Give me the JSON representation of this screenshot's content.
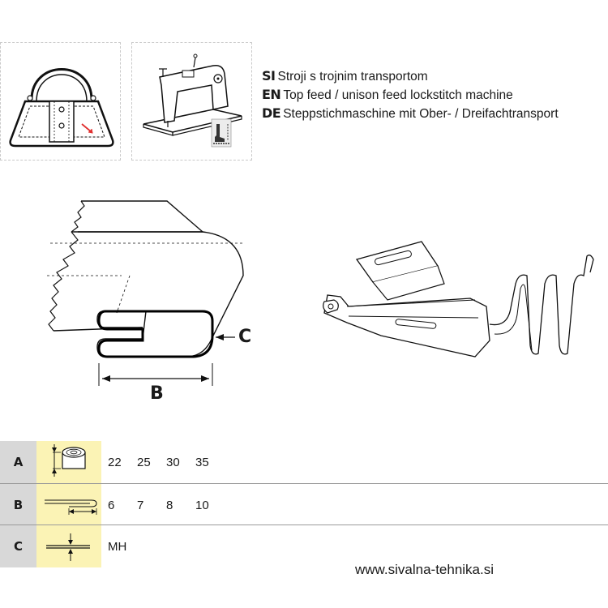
{
  "languages": [
    {
      "code": "SI",
      "text": "Stroji s trojnim transportom"
    },
    {
      "code": "EN",
      "text": "Top feed / unison feed lockstitch machine"
    },
    {
      "code": "DE",
      "text": "Steppstichmaschine mit Ober- / Dreifachtransport"
    }
  ],
  "diagram": {
    "label_b": "B",
    "label_c": "C"
  },
  "table": {
    "rows": [
      {
        "letter": "A",
        "icon": "tape-roll-width-icon",
        "values": [
          "22",
          "25",
          "30",
          "35"
        ]
      },
      {
        "letter": "B",
        "icon": "folded-edge-width-icon",
        "values": [
          "6",
          "7",
          "8",
          "10"
        ]
      },
      {
        "letter": "C",
        "icon": "material-thickness-icon",
        "values": [
          "MH"
        ]
      }
    ]
  },
  "footer": {
    "website": "www.sivalna-tehnika.si"
  },
  "colors": {
    "highlight": "#fbf3b5",
    "row_label_bg": "#d8d8d8",
    "arrow_red": "#e03030"
  }
}
